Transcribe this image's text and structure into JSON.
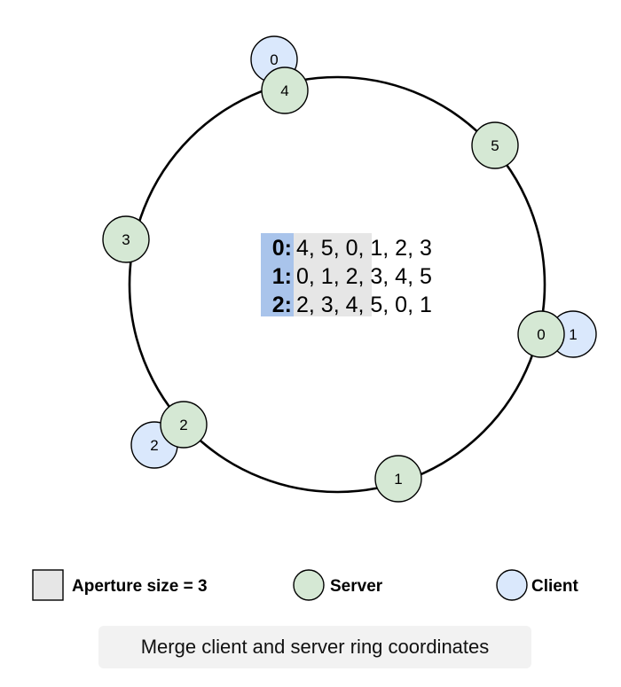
{
  "colors": {
    "server_fill": "#d5e8d4",
    "client_fill": "#dae8fc",
    "aperture_fill": "#e6e6e6",
    "key_highlight": "#a9c4eb",
    "ring_stroke": "#000000"
  },
  "ring": {
    "clients": [
      {
        "label": "0"
      },
      {
        "label": "1"
      },
      {
        "label": "2"
      }
    ],
    "servers": [
      {
        "label": "4"
      },
      {
        "label": "5"
      },
      {
        "label": "3"
      },
      {
        "label": "0"
      },
      {
        "label": "2"
      },
      {
        "label": "1"
      }
    ]
  },
  "table": {
    "rows": [
      {
        "key": "0:",
        "values": "4, 5, 0, 1, 2, 3"
      },
      {
        "key": "1:",
        "values": "0, 1, 2, 3, 4, 5"
      },
      {
        "key": "2:",
        "values": "2, 3, 4, 5, 0, 1"
      }
    ]
  },
  "legend": {
    "aperture_label": "Aperture size = 3",
    "server_label": "Server",
    "client_label": "Client"
  },
  "caption": "Merge client and server ring coordinates"
}
